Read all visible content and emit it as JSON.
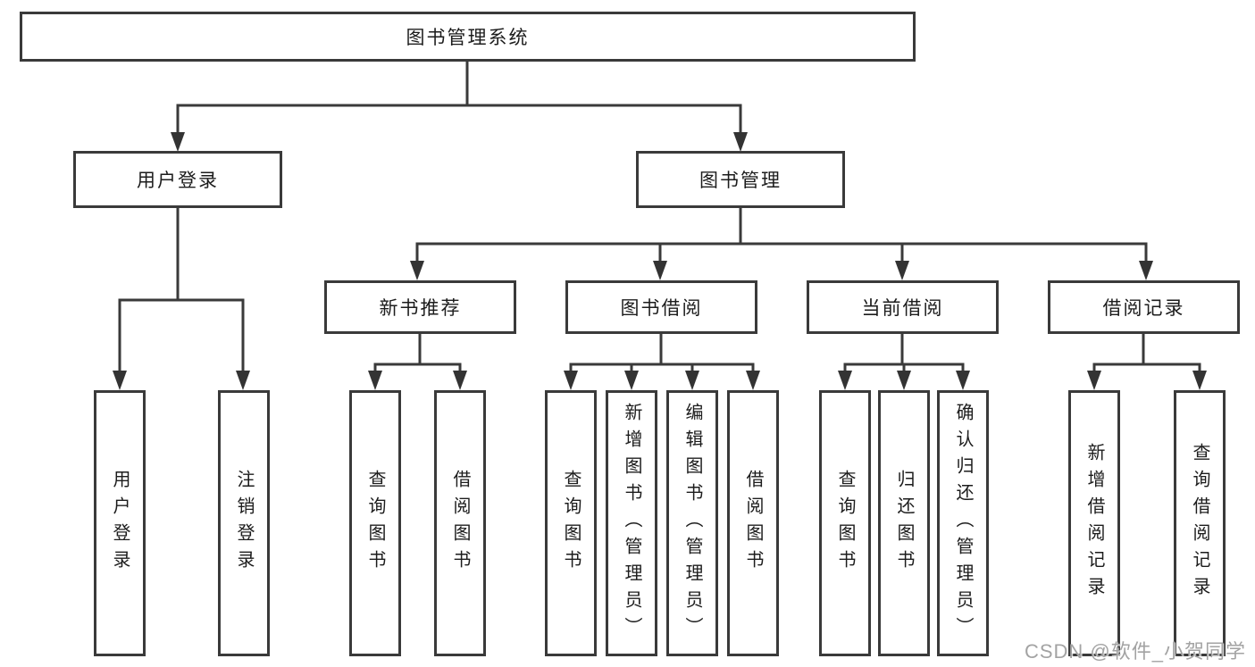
{
  "root": {
    "label": "图书管理系统"
  },
  "level2": {
    "user_login": {
      "label": "用户登录"
    },
    "book_mgmt": {
      "label": "图书管理"
    }
  },
  "level3": {
    "new_books": {
      "label": "新书推荐"
    },
    "book_borrow": {
      "label": "图书借阅"
    },
    "current_borrow": {
      "label": "当前借阅"
    },
    "borrow_records": {
      "label": "借阅记录"
    }
  },
  "leaves": {
    "user_login": [
      "用户登录",
      "注销登录"
    ],
    "new_books": [
      "查询图书",
      "借阅图书"
    ],
    "book_borrow": [
      "查询图书",
      "新增图书（管理员）",
      "编辑图书（管理员）",
      "借阅图书"
    ],
    "current_borrow": [
      "查询图书",
      "归还图书",
      "确认归还（管理员）"
    ],
    "borrow_records": [
      "新增借阅记录",
      "查询借阅记录"
    ]
  },
  "watermark": {
    "text": "CSDN @软件_小贺同学"
  },
  "colors": {
    "line": "#3a3a3a",
    "text": "#1c1c1c",
    "background": "#ffffff",
    "watermark": "#a3a3a3"
  }
}
